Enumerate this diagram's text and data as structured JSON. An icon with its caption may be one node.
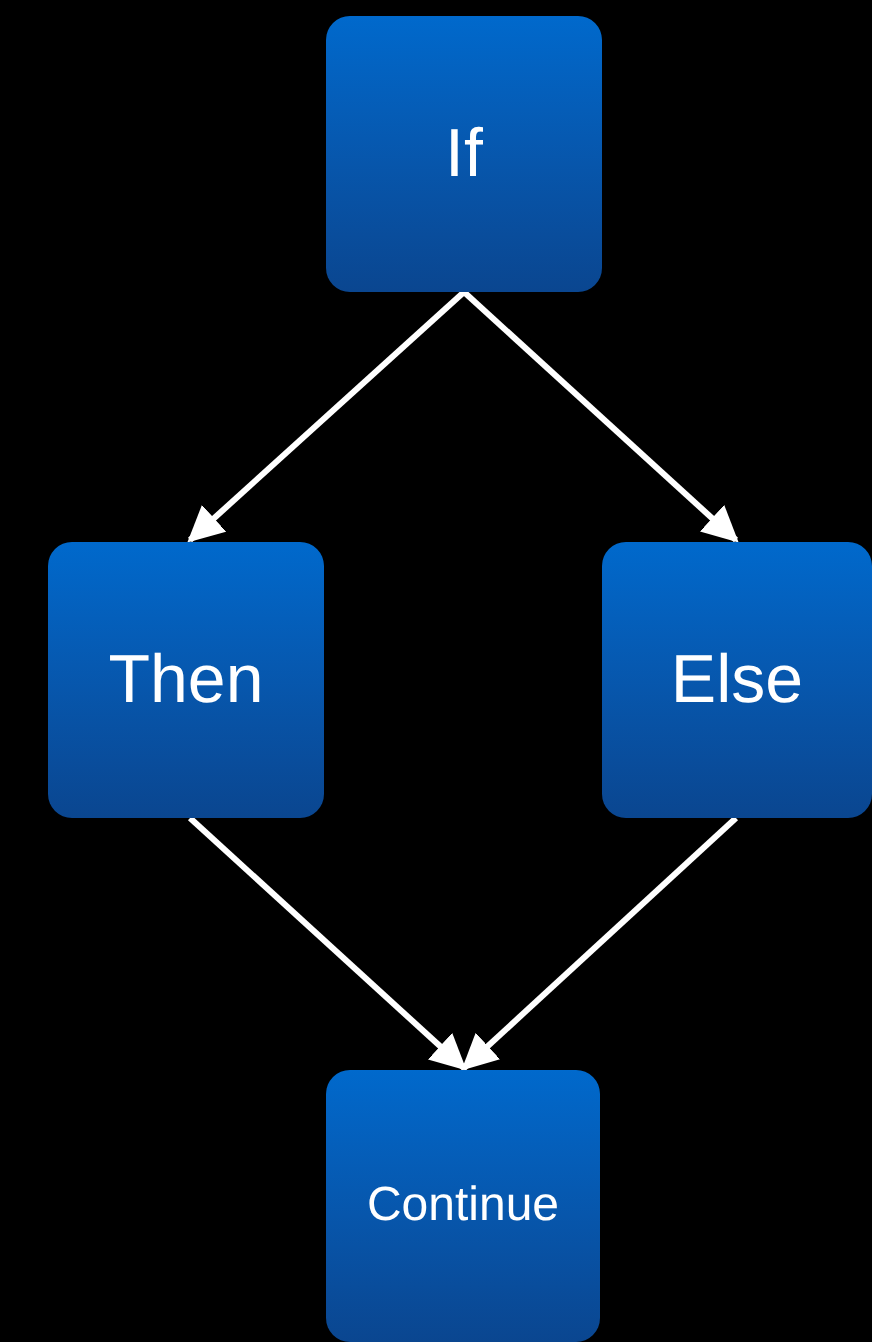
{
  "diagram": {
    "nodes": [
      {
        "text": [
          "If"
        ]
      },
      {
        "text": [
          "Then"
        ]
      },
      {
        "text": [
          "Else"
        ]
      },
      {
        "text": [
          "Continue"
        ]
      }
    ],
    "edges": [
      {
        "from": 0,
        "to": 1,
        "arrow": "to"
      },
      {
        "from": 0,
        "to": 2,
        "arrow": "to"
      },
      {
        "from": 1,
        "to": 3,
        "arrow": "to"
      },
      {
        "from": 2,
        "to": 3,
        "arrow": "to"
      }
    ]
  }
}
